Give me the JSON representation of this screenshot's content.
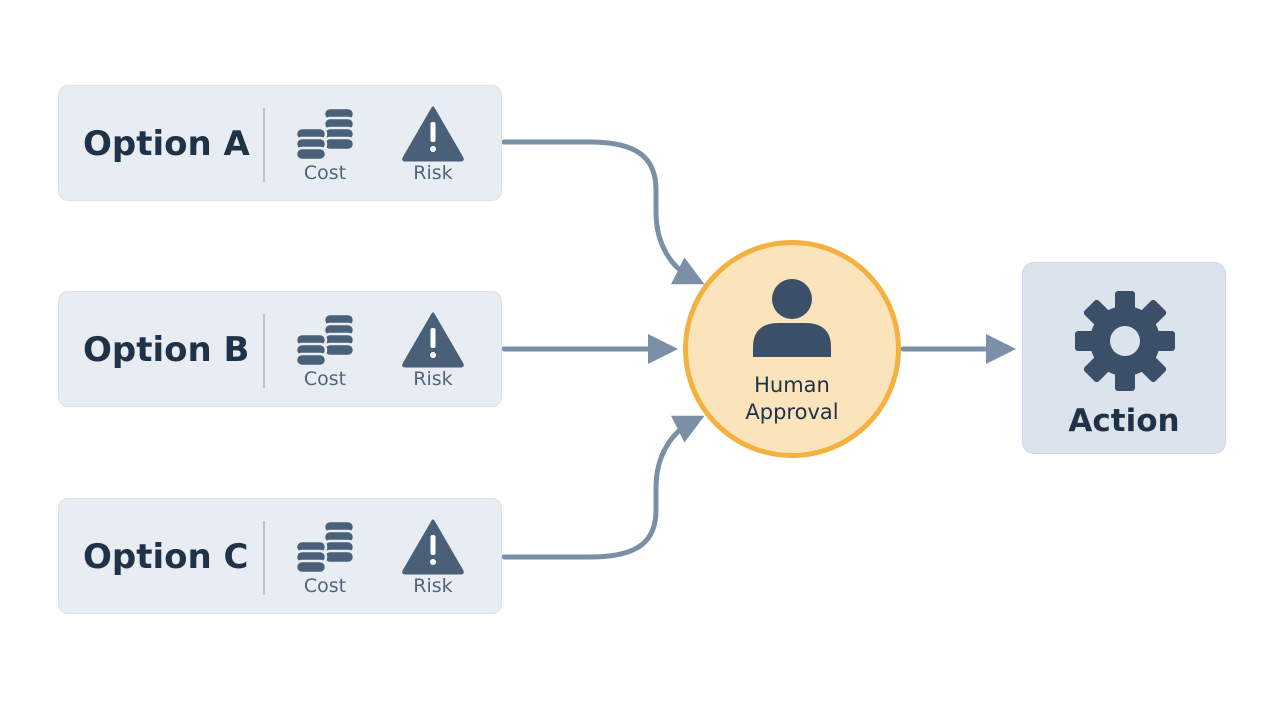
{
  "options": [
    {
      "title": "Option A",
      "cost_label": "Cost",
      "risk_label": "Risk",
      "cost_icon": "coins-stack-icon",
      "risk_icon": "warning-triangle-icon"
    },
    {
      "title": "Option B",
      "cost_label": "Cost",
      "risk_label": "Risk",
      "cost_icon": "coins-stack-icon",
      "risk_icon": "warning-triangle-icon"
    },
    {
      "title": "Option C",
      "cost_label": "Cost",
      "risk_label": "Risk",
      "cost_icon": "coins-stack-icon",
      "risk_icon": "warning-triangle-icon"
    }
  ],
  "approval": {
    "line1": "Human",
    "line2": "Approval",
    "icon": "person-icon"
  },
  "action": {
    "label": "Action",
    "icon": "gear-icon"
  },
  "colors": {
    "card_bg": "#e8edf3",
    "text_dark": "#1f3248",
    "icon": "#4a6078",
    "connector": "#7b8fa6",
    "approval_fill": "#fbe3bc",
    "approval_border": "#f4b13f",
    "action_bg": "#dbe3ec"
  }
}
